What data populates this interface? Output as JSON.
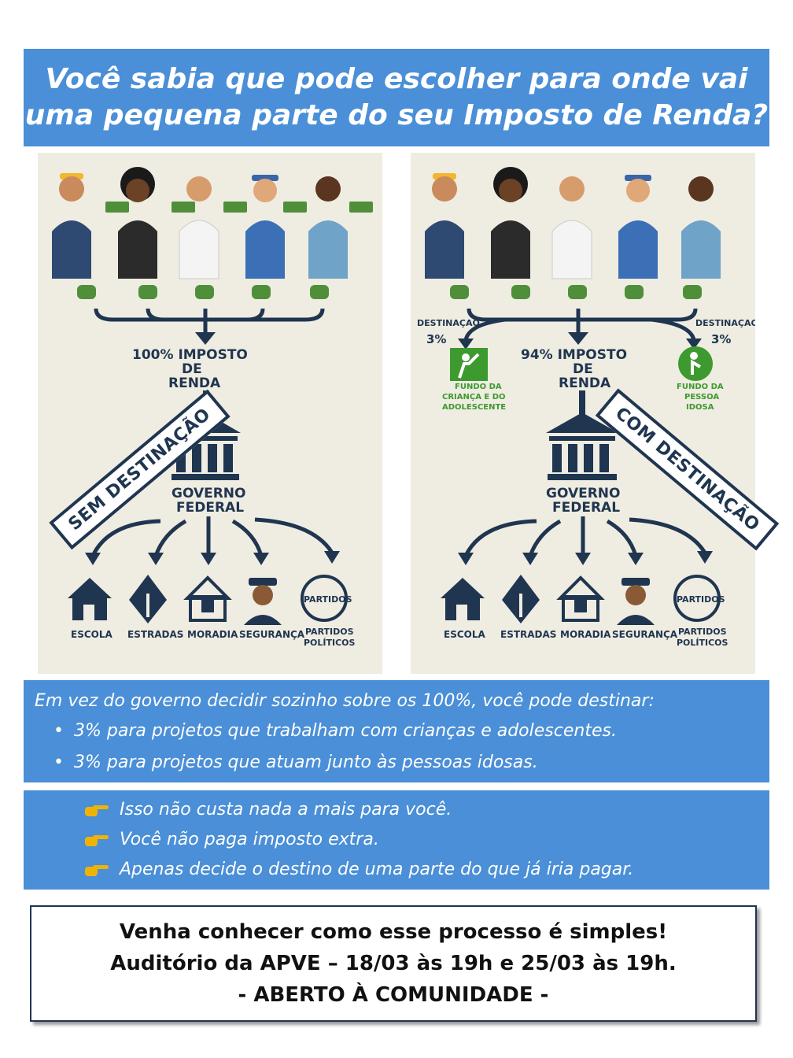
{
  "title": {
    "line1": "Você sabia que pode escolher para onde vai",
    "line2": "uma pequena parte do seu Imposto de Renda?"
  },
  "panels": {
    "left": {
      "tax_line1": "100% IMPOSTO",
      "tax_line2": "DE",
      "tax_line3": "RENDA",
      "government_line1": "GOVERNO",
      "government_line2": "FEDERAL",
      "stamp": "SEM DESTINAÇÃO",
      "destinations": [
        "ESCOLA",
        "ESTRADAS",
        "MORADIA",
        "SEGURANÇA",
        "PARTIDOS",
        "POLÍTICOS"
      ],
      "party_badge": "PARTIDOS"
    },
    "right": {
      "tax_line1": "94% IMPOSTO",
      "tax_line2": "DE",
      "tax_line3": "RENDA",
      "government_line1": "GOVERNO",
      "government_line2": "FEDERAL",
      "stamp": "COM DESTINAÇÃO",
      "dest_left_label": "DESTINAÇAO",
      "dest_left_pct": "3%",
      "dest_right_label": "DESTINAÇAO",
      "dest_right_pct": "3%",
      "fund_child_1": "FUNDO DA",
      "fund_child_2": "CRIANÇA E DO",
      "fund_child_3": "ADOLESCENTE",
      "fund_elder_1": "FUNDO DA",
      "fund_elder_2": "PESSOA",
      "fund_elder_3": "IDOSA",
      "destinations": [
        "ESCOLA",
        "ESTRADAS",
        "MORADIA",
        "SEGURANÇA",
        "PARTIDOS",
        "POLÍTICOS"
      ],
      "party_badge": "PARTIDOS"
    }
  },
  "info": {
    "lead": "Em vez do governo decidir sozinho sobre os 100%, você pode destinar:",
    "bullet_char": "•",
    "bullets": [
      "3% para projetos que trabalham com crianças e adolescentes.",
      "3% para projetos que atuam junto às pessoas idosas."
    ]
  },
  "notes": [
    "Isso não custa nada a mais para você.",
    "Você não paga imposto extra.",
    "Apenas decide o destino de uma parte do que já iria pagar."
  ],
  "cta": {
    "line1": "Venha conhecer como esse processo é simples!",
    "line2": "Auditório da APVE – 18/03 às 19h e 25/03 às 19h.",
    "line3": "- ABERTO À COMUNIDADE -"
  },
  "colors": {
    "banner_blue": "#4a8fd7",
    "navy": "#1f3550",
    "panel_bg": "#efece1",
    "green": "#3d9a2f",
    "money_green": "#4f8f3a",
    "hand_yellow": "#f0b400"
  }
}
